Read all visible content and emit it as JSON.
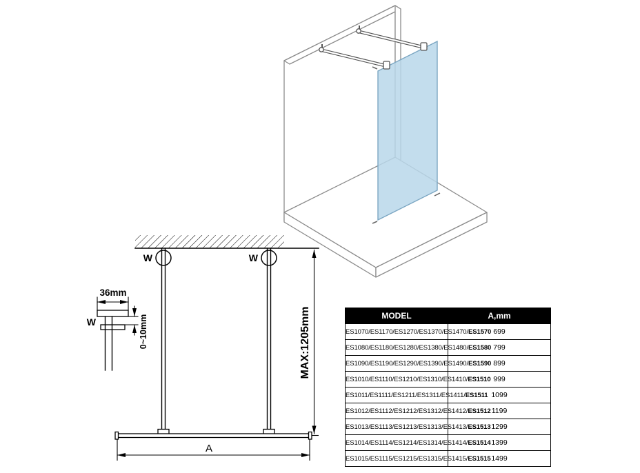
{
  "colors": {
    "glass_fill": "#b9d7ea",
    "glass_edge": "#7ba6c2",
    "iso_line": "#8b8b8b",
    "bar_line": "#555555",
    "drawing_line": "#000000",
    "table_header_bg": "#000000",
    "table_header_text": "#ffffff"
  },
  "front_view": {
    "left_bracket_label": "W",
    "right_bracket_label": "W",
    "max_height_label": "MAX:1205mm",
    "width_label": "A"
  },
  "detail_view": {
    "bracket_width_label": "36mm",
    "adjust_range_label": "0~10mm",
    "bracket_label": "W"
  },
  "table": {
    "headers": [
      "MODEL",
      "A,mm"
    ],
    "rows": [
      {
        "models": "ES1070/ES1170/ES1270/ES1370/ES1470/",
        "model_bold": "ES1570",
        "a_mm": "699"
      },
      {
        "models": "ES1080/ES1180/ES1280/ES1380/ES1480/",
        "model_bold": "ES1580",
        "a_mm": "799"
      },
      {
        "models": "ES1090/ES1190/ES1290/ES1390/ES1490/",
        "model_bold": "ES1590",
        "a_mm": "899"
      },
      {
        "models": "ES1010/ES1110/ES1210/ES1310/ES1410/",
        "model_bold": "ES1510",
        "a_mm": "999"
      },
      {
        "models": "ES1011/ES1111/ES1211/ES1311/ES1411/",
        "model_bold": "ES1511",
        "a_mm": "1099"
      },
      {
        "models": "ES1012/ES1112/ES1212/ES1312/ES1412/",
        "model_bold": "ES1512",
        "a_mm": "1199"
      },
      {
        "models": "ES1013/ES1113/ES1213/ES1313/ES1413/",
        "model_bold": "ES1513",
        "a_mm": "1299"
      },
      {
        "models": "ES1014/ES1114/ES1214/ES1314/ES1414/",
        "model_bold": "ES1514",
        "a_mm": "1399"
      },
      {
        "models": "ES1015/ES1115/ES1215/ES1315/ES1415/",
        "model_bold": "ES1515",
        "a_mm": "1499"
      }
    ]
  }
}
